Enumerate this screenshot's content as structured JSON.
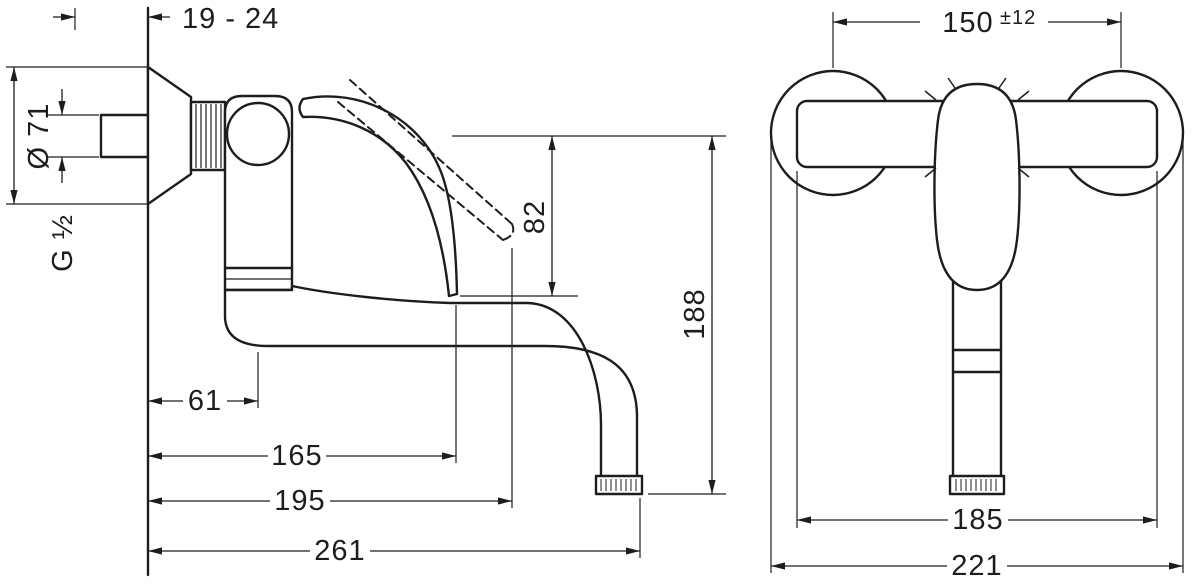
{
  "meta": {
    "background_color": "#ffffff",
    "line_color": "#1d1d1b",
    "drawing_type": "single-lever wall-mounted kitchen mixer, dimensional drawing"
  },
  "side_view": {
    "dims": {
      "protrusion": "19 - 24",
      "flange_diameter": "Ø 71",
      "thread": "G ½",
      "lever_drop": "82",
      "outlet_depth": "188",
      "spout_axis": "61",
      "lever_reach": "165",
      "lever_open_reach": "195",
      "spout_reach": "261"
    }
  },
  "front_view": {
    "dims": {
      "connection_centers": "150",
      "connection_tolerance": "±12",
      "connection_width": "185",
      "overall_width": "221"
    }
  }
}
